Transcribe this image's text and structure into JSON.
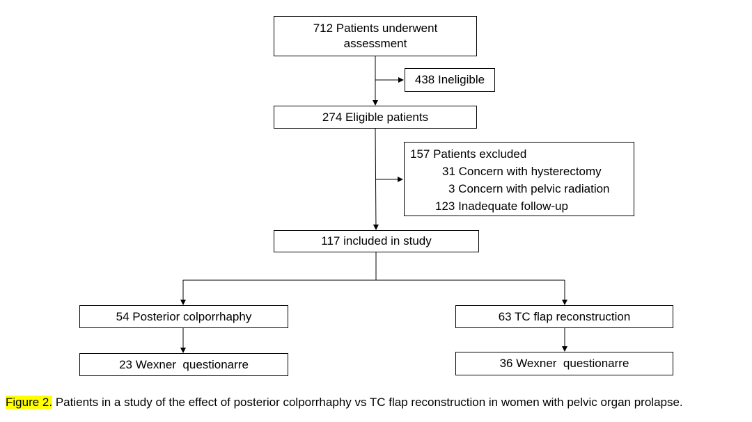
{
  "nodes": {
    "assessment": {
      "line1": "712 Patients underwent",
      "line2": "assessment"
    },
    "ineligible": {
      "text": "438 Ineligible"
    },
    "eligible": {
      "text": "274 Eligible patients"
    },
    "excluded": {
      "title": "157 Patients excluded",
      "reasons": [
        "31 Concern with hysterectomy",
        "3 Concern with pelvic radiation",
        "123 Inadequate follow-up"
      ]
    },
    "included": {
      "text": "117 included in study"
    },
    "colporrhaphy": {
      "text": "54 Posterior colporrhaphy"
    },
    "tc_flap": {
      "text": "63 TC flap reconstruction"
    },
    "wexner_left": {
      "text": "23 Wexner  questionarre"
    },
    "wexner_right": {
      "text": "36 Wexner  questionarre"
    }
  },
  "caption": {
    "label": "Figure 2.",
    "text": " Patients in a study of the effect of posterior colporrhaphy vs TC flap reconstruction in women with pelvic organ prolapse."
  },
  "colors": {
    "highlight": "#ffff00",
    "line": "#000000"
  }
}
